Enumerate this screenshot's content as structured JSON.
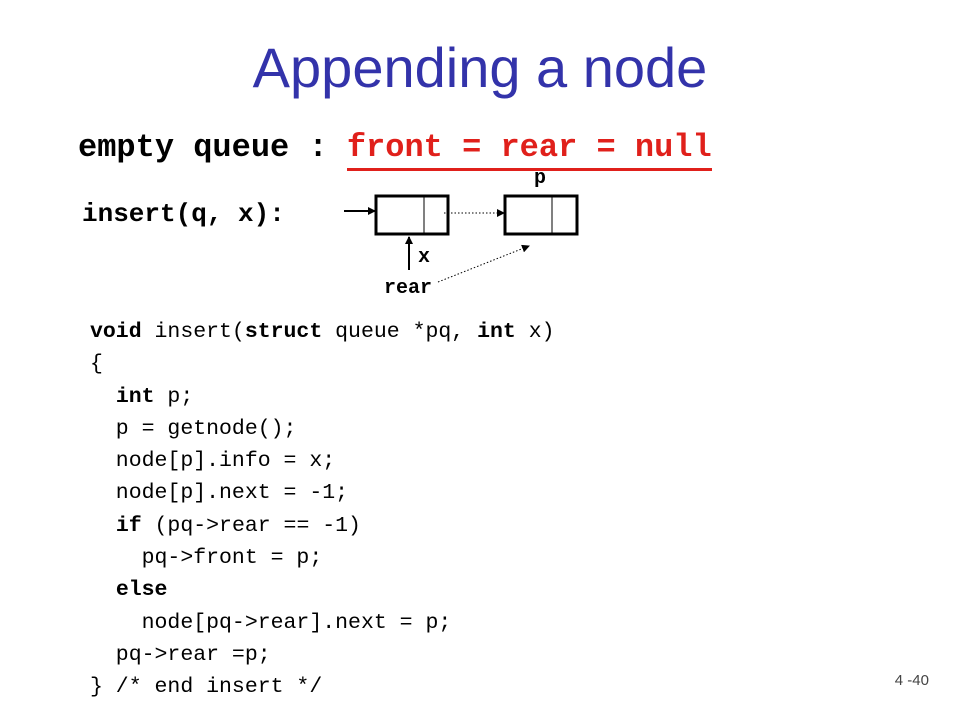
{
  "slide": {
    "title": "Appending a node",
    "empty_prefix": "empty queue : ",
    "empty_condition": "front = rear = null",
    "insert_label": "insert(q, x):",
    "diagram": {
      "label_p": "p",
      "label_x": "x",
      "label_rear": "rear"
    },
    "code": [
      [
        {
          "t": "void",
          "k": true
        },
        {
          "t": " insert("
        },
        {
          "t": "struct",
          "k": true
        },
        {
          "t": " queue *pq, "
        },
        {
          "t": "int",
          "k": true
        },
        {
          "t": " x)"
        }
      ],
      [
        {
          "t": "{"
        }
      ],
      [
        {
          "t": "  "
        },
        {
          "t": "int",
          "k": true
        },
        {
          "t": " p;"
        }
      ],
      [
        {
          "t": "  p = getnode();"
        }
      ],
      [
        {
          "t": "  node[p].info = x;"
        }
      ],
      [
        {
          "t": "  node[p].next = -1;"
        }
      ],
      [
        {
          "t": "  "
        },
        {
          "t": "if",
          "k": true
        },
        {
          "t": " (pq->rear == -1)"
        }
      ],
      [
        {
          "t": "    pq->front = p;"
        }
      ],
      [
        {
          "t": "  "
        },
        {
          "t": "else",
          "k": true
        }
      ],
      [
        {
          "t": "    node[pq->rear].next = p;"
        }
      ],
      [
        {
          "t": "  pq->rear =p;"
        }
      ],
      [
        {
          "t": "} /* end insert */"
        }
      ]
    ],
    "page_number": "4 -40",
    "colors": {
      "title": "#3333aa",
      "highlight": "#e0201b",
      "text": "#000000"
    }
  }
}
